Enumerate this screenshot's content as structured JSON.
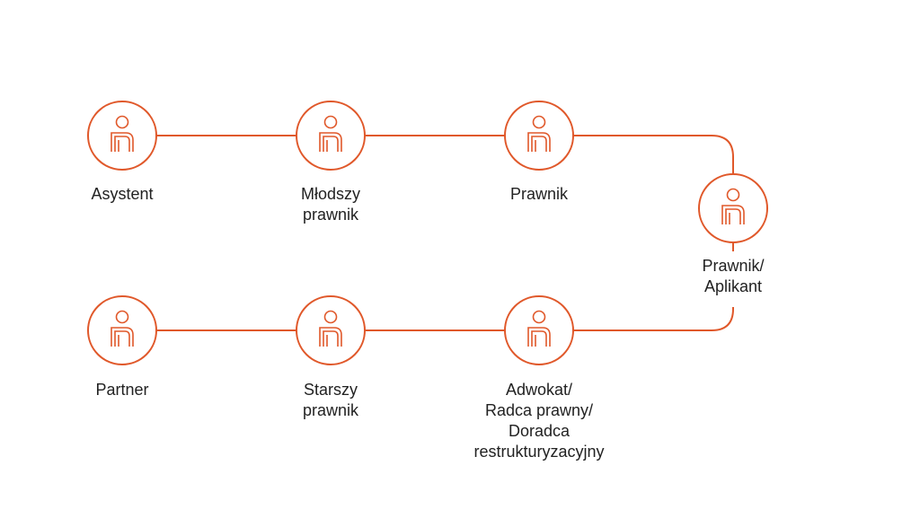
{
  "colors": {
    "accent": "#e0582a",
    "text": "#222222",
    "background": "#ffffff"
  },
  "diagram": {
    "type": "career-path",
    "node_icon": "person-icon",
    "nodes": [
      {
        "id": "asystent",
        "lines": [
          "Asystent"
        ]
      },
      {
        "id": "mlodszy-prawnik",
        "lines": [
          "Młodszy",
          "prawnik"
        ]
      },
      {
        "id": "prawnik",
        "lines": [
          "Prawnik"
        ]
      },
      {
        "id": "prawnik-aplikant",
        "lines": [
          "Prawnik/",
          "Aplikant"
        ]
      },
      {
        "id": "adwokat",
        "lines": [
          "Adwokat/",
          "Radca prawny/",
          "Doradca",
          "restrukturyzacyjny"
        ]
      },
      {
        "id": "starszy-prawnik",
        "lines": [
          "Starszy",
          "prawnik"
        ]
      },
      {
        "id": "partner",
        "lines": [
          "Partner"
        ]
      }
    ]
  }
}
